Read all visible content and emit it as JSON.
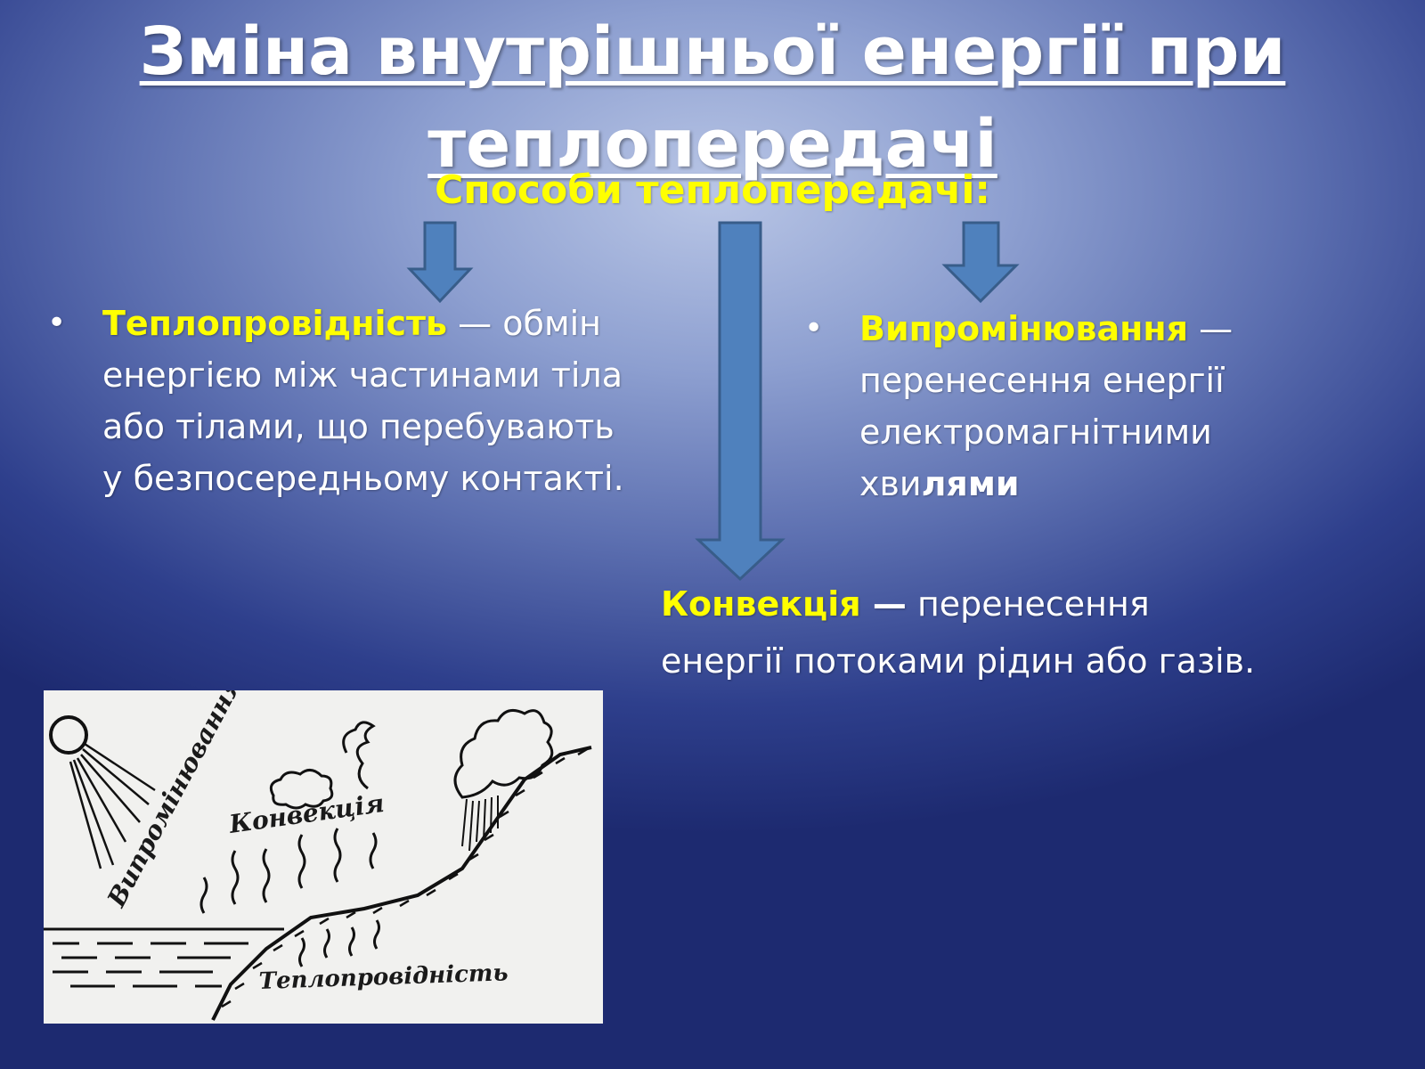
{
  "slide": {
    "title_line1": "Зміна внутрішньої енергії при",
    "title_line2": "теплопередачі",
    "subtitle": "Способи теплопередачі:"
  },
  "conduction": {
    "term": "Теплопровідність",
    "dash": " —",
    "text": "обмін енергією між частинами тіла або тілами, що перебувають у безпосередньому контакті."
  },
  "radiation": {
    "term": "Випромінювання",
    "dash": " —",
    "text_a": "перенесення енергії електромагнітними хви",
    "text_b": "лями"
  },
  "convection": {
    "term": "Конвекція",
    "dash": " —",
    "text": " перенесення енергії потоками рідин або газів."
  },
  "figure": {
    "label_radiation": "Випромінювання",
    "label_convection": "Конвекція",
    "label_conduction": "Теплопровідність"
  },
  "colors": {
    "title": "#ffffff",
    "accent_yellow": "#ffff00",
    "arrow_fill": "#4f81bd",
    "arrow_stroke": "#385d8a",
    "background_center": "#b9c6e6",
    "background_edge": "#1d2a70"
  },
  "icons": {
    "bullet": "•"
  }
}
